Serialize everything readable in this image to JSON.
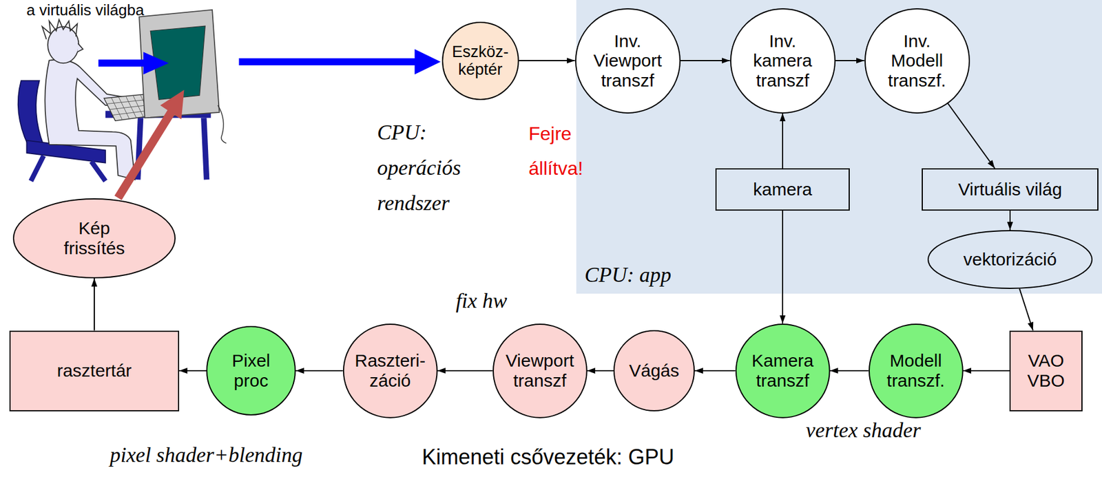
{
  "diagram": {
    "nodes": [
      {
        "text": [
          "Eszköz- képtér"
        ]
      },
      {
        "text": [
          "CPU: app"
        ]
      },
      {
        "text": [
          "Inv. Viewport transzf"
        ],
        "in": 1
      },
      {
        "text": [
          "Inv. kamera transzf"
        ],
        "in": 1
      },
      {
        "text": [
          "Inv. Modell transzf."
        ],
        "in": 1
      },
      {
        "text": [
          "kamera"
        ],
        "in": 1
      },
      {
        "text": [
          "Virtuális világ"
        ],
        "in": 1
      },
      {
        "text": [
          "vektorizáció"
        ],
        "in": 1
      },
      {
        "text": [
          "Kép frissítés"
        ]
      },
      {
        "text": [
          "rasztertár"
        ]
      },
      {
        "text": [
          "Pixel proc"
        ]
      },
      {
        "text": [
          "Raszteri- záció"
        ]
      },
      {
        "text": [
          "Viewport transzf"
        ]
      },
      {
        "text": [
          "Vágás"
        ]
      },
      {
        "text": [
          "Kamera transzf"
        ]
      },
      {
        "text": [
          "Modell transzf."
        ]
      },
      {
        "text": [
          "VAO VBO"
        ]
      }
    ],
    "edges": [
      {
        "from": 0,
        "to": 2,
        "arrow": "to"
      },
      {
        "from": 2,
        "to": 3,
        "arrow": "to"
      },
      {
        "from": 3,
        "to": 4,
        "arrow": "to"
      },
      {
        "from": 5,
        "to": 3,
        "arrow": "to"
      },
      {
        "from": 5,
        "to": 14,
        "arrow": "to"
      },
      {
        "from": 4,
        "to": 6,
        "arrow": "to"
      },
      {
        "from": 6,
        "to": 7,
        "arrow": "to"
      },
      {
        "from": 7,
        "to": 16,
        "arrow": "to"
      },
      {
        "from": 16,
        "to": 15,
        "arrow": "to"
      },
      {
        "from": 15,
        "to": 14,
        "arrow": "to"
      },
      {
        "from": 14,
        "to": 13,
        "arrow": "to"
      },
      {
        "from": 13,
        "to": 12,
        "arrow": "to"
      },
      {
        "from": 12,
        "to": 11,
        "arrow": "to"
      },
      {
        "from": 11,
        "to": 10,
        "arrow": "to"
      },
      {
        "from": 10,
        "to": 9,
        "arrow": "to"
      },
      {
        "from": 9,
        "to": 8,
        "arrow": "to"
      }
    ],
    "labels": [
      "a virtuális világba",
      "CPU: operációs rendszer",
      "Fejre állítva!",
      "fix hw",
      "vertex shader",
      "pixel shader+blending",
      "Kimeneti csővezeték: GPU"
    ]
  }
}
